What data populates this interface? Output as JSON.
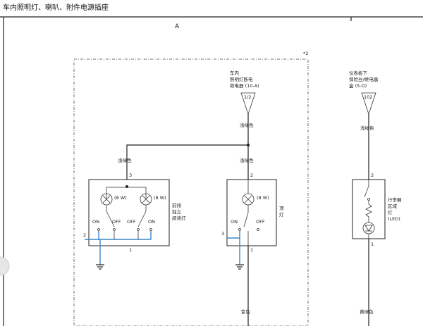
{
  "title": "车内照明灯、喇叭、附件电源插座",
  "frame": {
    "label_a": "A",
    "note": "*2"
  },
  "colors": {
    "wire": "#222222",
    "ground_highlight": "#3a86c8"
  },
  "sources": [
    {
      "id": "src-left",
      "lines": [
        "车内",
        "照明灯断电",
        "继电器 (10-A)"
      ],
      "terminal": "1/2"
    },
    {
      "id": "src-right",
      "lines": [
        "仪表板下",
        "保险丝/继电器",
        "盒 (5-D)"
      ],
      "terminal": "102"
    }
  ],
  "wires": {
    "light_green_1": "浅绿色",
    "light_green_2": "浅绿色",
    "light_green_3": "浅绿色",
    "light_green_4": "浅绿色",
    "purple": "紫色",
    "yellow_green": "黄绿色"
  },
  "components": {
    "front_lamps": {
      "label_lines": [
        "前排",
        "独立",
        "阅读灯"
      ],
      "bulb_left": "(8 W)",
      "bulb_right": "(8 W)",
      "pin_top": "3",
      "pin_left": "2",
      "pin_bottom": "1",
      "sw_left_on": "ON",
      "sw_left_off": "OFF",
      "sw_right_off": "OFF",
      "sw_right_on": "ON"
    },
    "dome_lamp": {
      "label_lines": [
        "顶",
        "灯"
      ],
      "bulb": "(8 W)",
      "pin_top": "2",
      "pin_left": "3",
      "pin_bottom": "1",
      "sw_on": "ON",
      "sw_off": "OFF"
    },
    "trunk_lamp": {
      "label_lines": [
        "行李厢",
        "区域",
        "灯",
        "(LED)"
      ],
      "pin_top": "2",
      "pin_bottom": "1"
    }
  }
}
